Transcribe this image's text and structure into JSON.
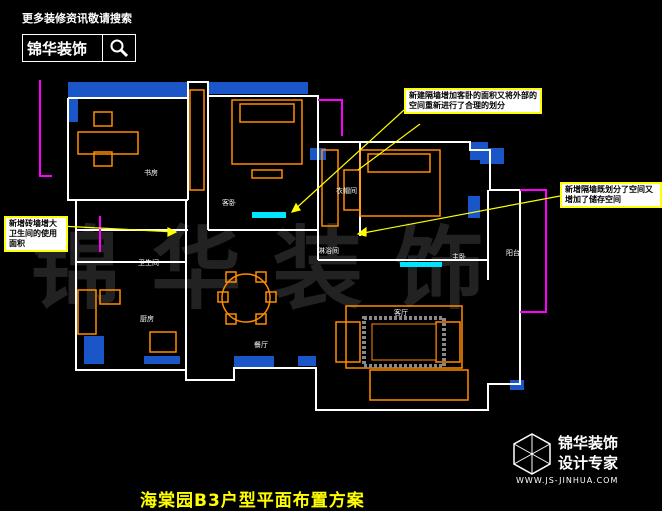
{
  "header": {
    "tagline": "更多装修资讯敬请搜索",
    "brand": "锦华装饰"
  },
  "icons": {
    "search": "magnifier-icon"
  },
  "annotations": {
    "top": "新建隔墙增加客卧的面积又将外部的空间重新进行了合理的划分",
    "right": "新增隔墙既划分了空间又增加了储存空间",
    "left": "新增砖墙增大卫生间的使用面积"
  },
  "rooms": {
    "study": "书房",
    "guest_bedroom": "客卧",
    "master_bedroom": "主卧",
    "walk_in_closet": "衣帽间",
    "toilet": "卫生间",
    "kitchen": "厨房",
    "dining": "餐厅",
    "living": "客厅",
    "balcony": "阳台",
    "bathroom": "淋浴间"
  },
  "plan_title": "海棠园B3户型平面布置方案",
  "footer": {
    "company": "锦华装饰",
    "slogan": "设计专家",
    "url": "WWW.JS-JINHUA.COM"
  },
  "colors": {
    "background": "#000000",
    "wall": "#ffffff",
    "furniture": "#ff8c00",
    "fill": "#1a56c8",
    "accent": "#ff00ff",
    "annotation": "#ffff00"
  }
}
